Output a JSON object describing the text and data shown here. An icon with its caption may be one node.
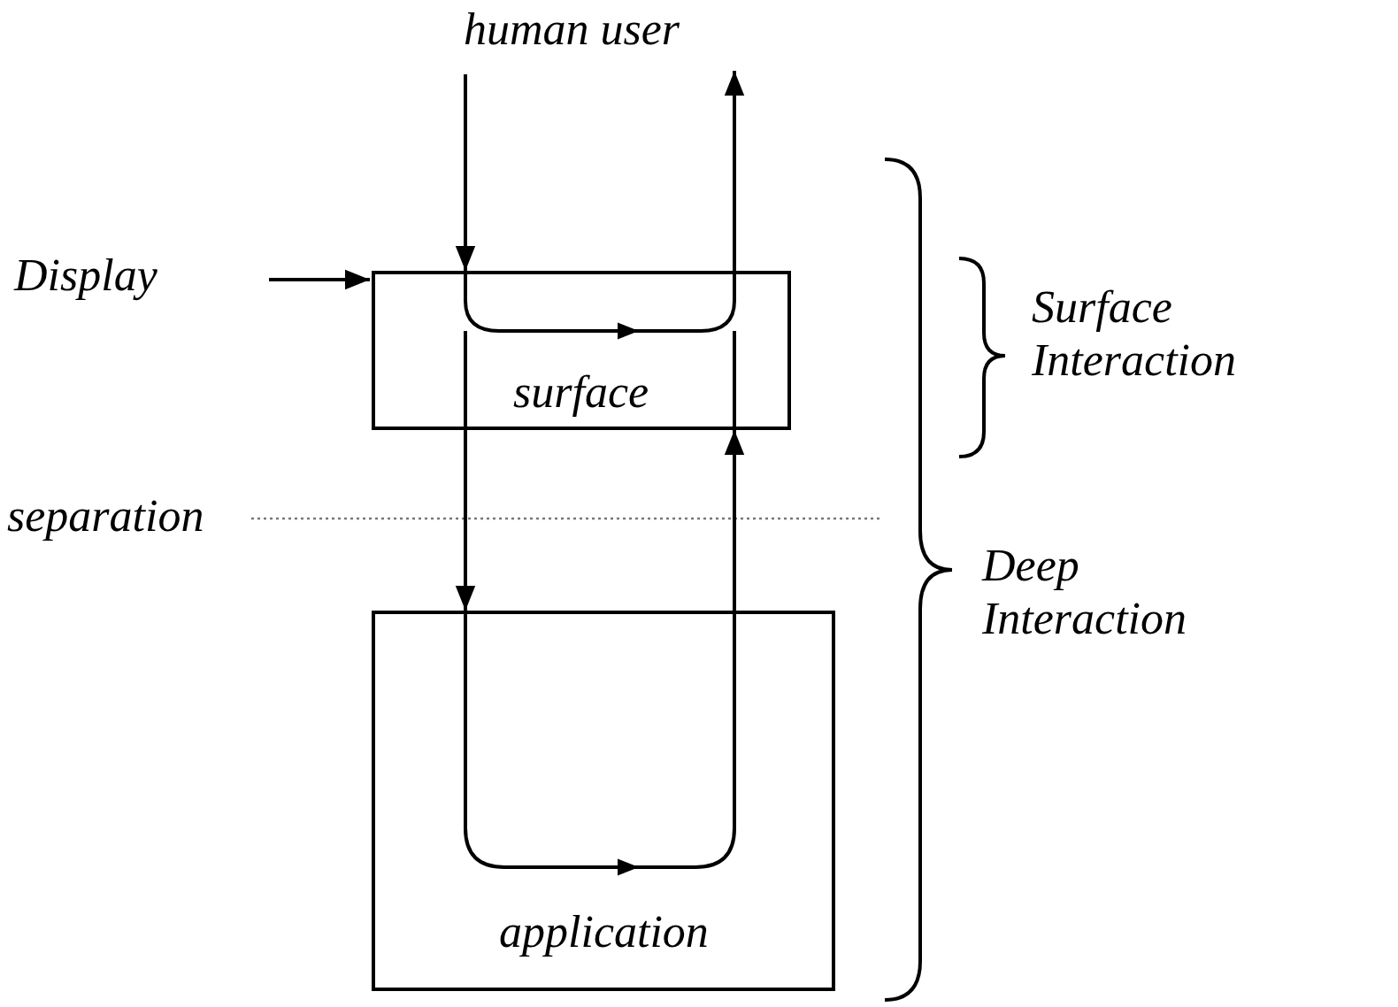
{
  "diagram": {
    "nodes": [
      {
        "text": [
          "human user"
        ]
      },
      {
        "text": [
          "Display"
        ]
      },
      {
        "text": [
          "surface"
        ]
      },
      {
        "text": [
          "application"
        ]
      }
    ],
    "edges": [
      {
        "from": 0,
        "to": 2,
        "arrow": "to"
      },
      {
        "from": 2,
        "to": 3,
        "arrow": "to"
      },
      {
        "from": 3,
        "to": 2,
        "arrow": "to"
      },
      {
        "from": 2,
        "to": 0,
        "arrow": "to"
      },
      {
        "from": 1,
        "to": 2,
        "arrow": "to"
      }
    ],
    "labels": [
      "separation",
      "Surface Interaction",
      "Deep Interaction"
    ]
  }
}
